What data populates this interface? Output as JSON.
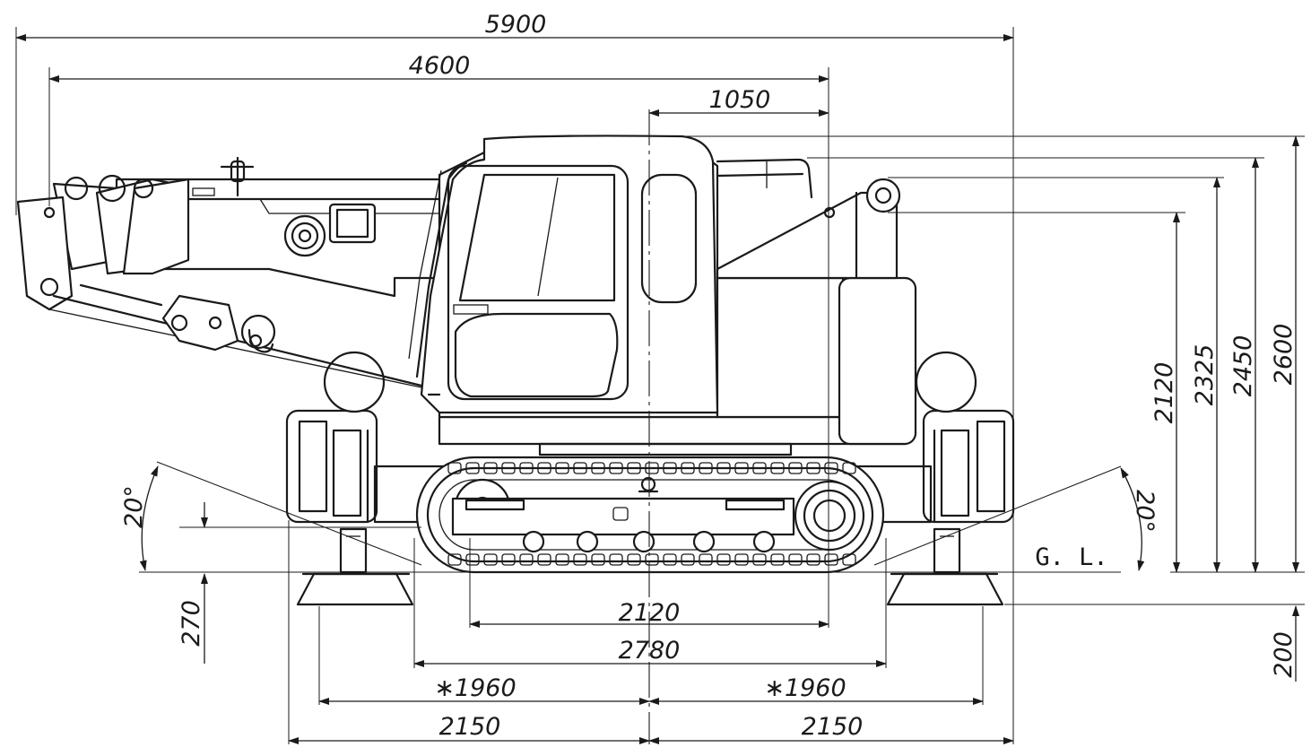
{
  "dimensions": {
    "overall_length": "5900",
    "boom_length": "4600",
    "cab_offset": "1050",
    "height_2600": "2600",
    "height_2450": "2450",
    "height_2325": "2325",
    "height_2120": "2120",
    "ground_clearance_down": "270",
    "outrigger_depth": "200",
    "tumbler_distance": "2120",
    "crawler_length": "2780",
    "outrigger_span_left": "∗1960",
    "outrigger_span_right": "∗1960",
    "outrigger_max_left": "2150",
    "outrigger_max_right": "2150",
    "angle_left": "20°",
    "angle_right": "20°"
  },
  "labels": {
    "ground_line": "G. L."
  }
}
